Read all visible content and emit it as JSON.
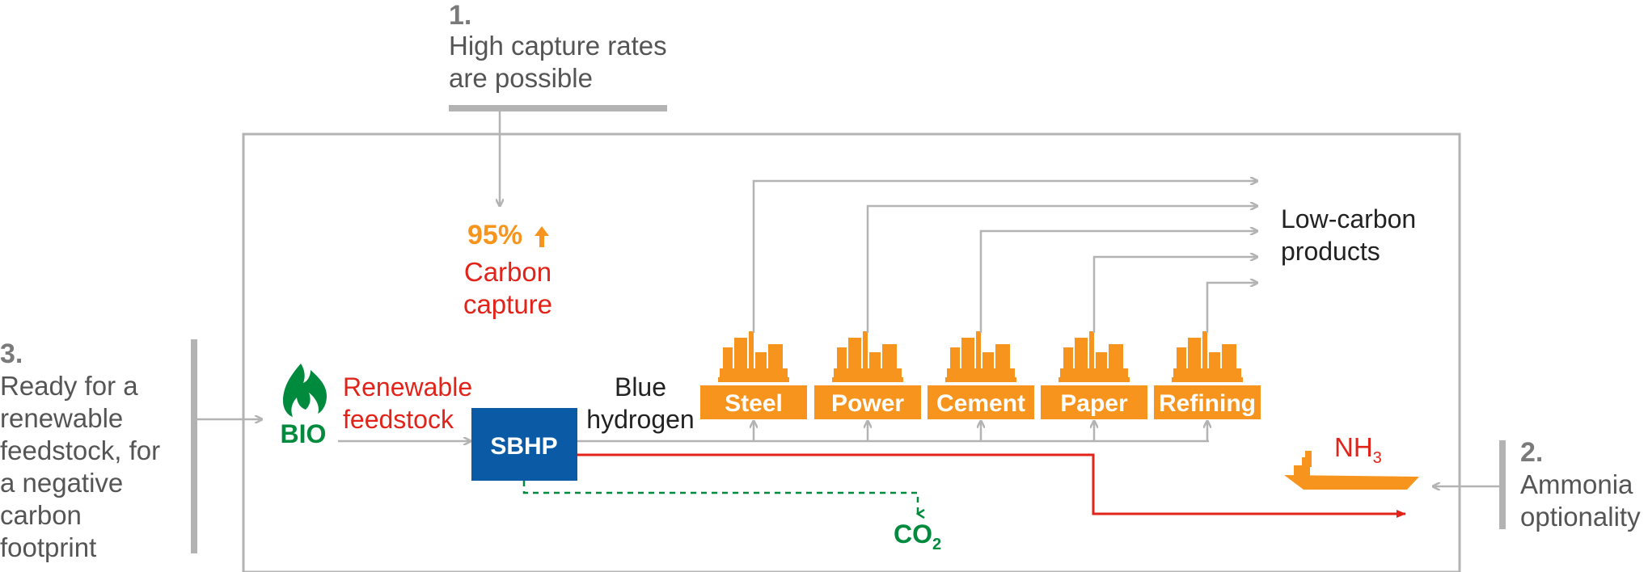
{
  "callouts": {
    "one": {
      "number": "1.",
      "line1": "High capture rates",
      "line2": "are possible"
    },
    "two": {
      "number": "2.",
      "line1": "Ammonia",
      "line2": "optionality"
    },
    "three": {
      "number": "3.",
      "lines": [
        "Ready for a",
        "renewable",
        "feedstock, for",
        "a negative",
        "carbon",
        "footprint"
      ]
    }
  },
  "capture": {
    "percent": "95%",
    "line1": "Carbon",
    "line2": "capture"
  },
  "bio": {
    "label": "BIO"
  },
  "feedstock": {
    "line1": "Renewable",
    "line2": "feedstock"
  },
  "sbhp": {
    "label": "SBHP"
  },
  "hydrogen": {
    "line1": "Blue",
    "line2": "hydrogen"
  },
  "industries": [
    "Steel",
    "Power",
    "Cement",
    "Paper",
    "Refining"
  ],
  "products": {
    "line1": "Low-carbon",
    "line2": "products"
  },
  "ammonia": {
    "main": "NH",
    "sub": "3"
  },
  "co2": {
    "main": "CO",
    "sub": "2"
  },
  "colors": {
    "orange": "#f7941d",
    "red": "#e2231a",
    "green": "#008a3e",
    "blue": "#0a5aa6",
    "grey": "#b3b3b3"
  },
  "icons": {
    "flame": "flame-icon",
    "factory": "factory-icon",
    "ship": "ship-icon",
    "up_arrow": "up-arrow-icon"
  }
}
